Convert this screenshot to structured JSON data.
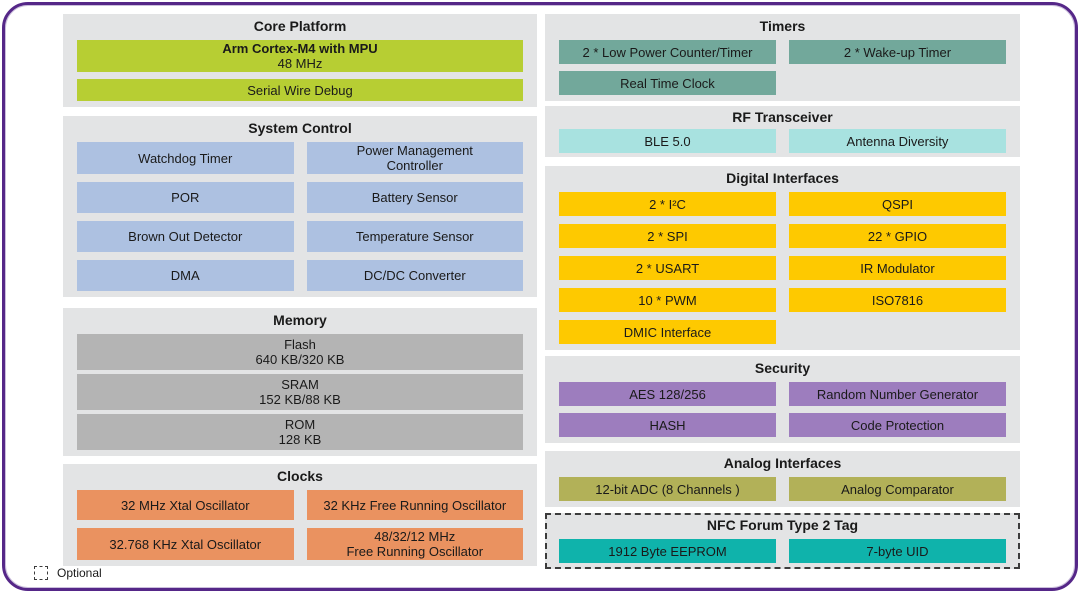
{
  "palette": {
    "frame_border": "#552788",
    "panel_bg": "#e3e4e5",
    "core": "#b7ce33",
    "system": "#adc1e1",
    "memory": "#b4b4b4",
    "clocks": "#ea9260",
    "timers": "#72a89b",
    "rf": "#a8e2e0",
    "digital": "#fec900",
    "security": "#9d7dbe",
    "analog": "#b2b158",
    "nfc": "#0fb3ab"
  },
  "legend": {
    "label": "Optional"
  },
  "sections": {
    "core_platform": {
      "title": "Core Platform",
      "blocks": [
        {
          "lines": [
            "Arm Cortex-M4 with MPU",
            "48 MHz"
          ]
        },
        {
          "lines": [
            "Serial Wire Debug"
          ]
        }
      ]
    },
    "system_control": {
      "title": "System Control",
      "blocks": [
        {
          "lines": [
            "Watchdog Timer"
          ]
        },
        {
          "lines": [
            "Power Management",
            "Controller"
          ]
        },
        {
          "lines": [
            "POR"
          ]
        },
        {
          "lines": [
            "Battery Sensor"
          ]
        },
        {
          "lines": [
            "Brown Out Detector"
          ]
        },
        {
          "lines": [
            "Temperature Sensor"
          ]
        },
        {
          "lines": [
            "DMA"
          ]
        },
        {
          "lines": [
            "DC/DC Converter"
          ]
        }
      ]
    },
    "memory": {
      "title": "Memory",
      "blocks": [
        {
          "lines": [
            "Flash",
            "640 KB/320 KB"
          ]
        },
        {
          "lines": [
            "SRAM",
            "152 KB/88 KB"
          ]
        },
        {
          "lines": [
            "ROM",
            "128 KB"
          ]
        }
      ]
    },
    "clocks": {
      "title": "Clocks",
      "blocks": [
        {
          "lines": [
            "32 MHz Xtal Oscillator"
          ]
        },
        {
          "lines": [
            "32 KHz Free Running Oscillator"
          ]
        },
        {
          "lines": [
            "32.768 KHz Xtal Oscillator"
          ]
        },
        {
          "lines": [
            "48/32/12 MHz",
            "Free Running Oscillator"
          ]
        }
      ]
    },
    "timers": {
      "title": "Timers",
      "blocks": [
        {
          "lines": [
            "2 * Low Power Counter/Timer"
          ]
        },
        {
          "lines": [
            "2 * Wake-up Timer"
          ]
        },
        {
          "lines": [
            "Real Time Clock"
          ]
        }
      ]
    },
    "rf_transceiver": {
      "title": "RF Transceiver",
      "blocks": [
        {
          "lines": [
            "BLE 5.0"
          ]
        },
        {
          "lines": [
            "Antenna Diversity"
          ]
        }
      ]
    },
    "digital_interfaces": {
      "title": "Digital Interfaces",
      "left_blocks": [
        {
          "lines": [
            "2 * I²C"
          ]
        },
        {
          "lines": [
            "2 * SPI"
          ]
        },
        {
          "lines": [
            "2 * USART"
          ]
        },
        {
          "lines": [
            "10 * PWM"
          ]
        },
        {
          "lines": [
            "DMIC Interface"
          ]
        }
      ],
      "right_blocks": [
        {
          "lines": [
            "QSPI"
          ]
        },
        {
          "lines": [
            "22 * GPIO"
          ]
        },
        {
          "lines": [
            "IR Modulator"
          ]
        },
        {
          "lines": [
            "ISO7816"
          ]
        }
      ]
    },
    "security": {
      "title": "Security",
      "blocks": [
        {
          "lines": [
            "AES 128/256"
          ]
        },
        {
          "lines": [
            "Random Number Generator"
          ]
        },
        {
          "lines": [
            "HASH"
          ]
        },
        {
          "lines": [
            "Code Protection"
          ]
        }
      ]
    },
    "analog_interfaces": {
      "title": "Analog Interfaces",
      "blocks": [
        {
          "lines": [
            "12-bit ADC (8 Channels )"
          ]
        },
        {
          "lines": [
            "Analog Comparator"
          ]
        }
      ]
    },
    "nfc": {
      "title": "NFC Forum Type 2 Tag",
      "optional": true,
      "blocks": [
        {
          "lines": [
            "1912 Byte EEPROM"
          ]
        },
        {
          "lines": [
            "7-byte UID"
          ]
        }
      ]
    }
  }
}
